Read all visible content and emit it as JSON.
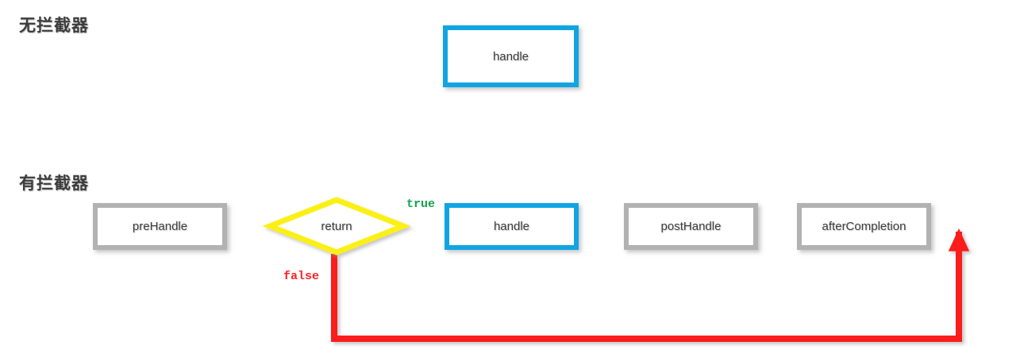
{
  "diagram": {
    "type": "flowchart",
    "colors": {
      "green_arrow": "#11a34c",
      "red_arrow": "#fb1c1c",
      "yellow_decision": "#fbf018",
      "blue_border": "#10a5e2",
      "gray_border": "#b2b2b2",
      "text": "#3c3c3c",
      "background": "#ffffff"
    },
    "sections": [
      {
        "id": "no-interceptor",
        "title": "无拦截器",
        "nodes": [
          {
            "id": "handle-top",
            "label": "handle",
            "shape": "rect",
            "border": "blue"
          }
        ],
        "edges": [
          {
            "from": "start",
            "to": "handle-top",
            "color": "green",
            "label": ""
          },
          {
            "from": "handle-top",
            "to": "end",
            "color": "green",
            "label": ""
          }
        ]
      },
      {
        "id": "with-interceptor",
        "title": "有拦截器",
        "nodes": [
          {
            "id": "preHandle",
            "label": "preHandle",
            "shape": "rect",
            "border": "gray"
          },
          {
            "id": "return",
            "label": "return",
            "shape": "diamond",
            "border": "yellow"
          },
          {
            "id": "handle-bottom",
            "label": "handle",
            "shape": "rect",
            "border": "blue"
          },
          {
            "id": "postHandle",
            "label": "postHandle",
            "shape": "rect",
            "border": "gray"
          },
          {
            "id": "afterCompletion",
            "label": "afterCompletion",
            "shape": "rect",
            "border": "gray"
          }
        ],
        "edges": [
          {
            "from": "start",
            "to": "preHandle",
            "color": "green",
            "label": ""
          },
          {
            "from": "preHandle",
            "to": "return",
            "color": "green",
            "label": ""
          },
          {
            "from": "return",
            "to": "handle-bottom",
            "color": "green",
            "label": "true"
          },
          {
            "from": "handle-bottom",
            "to": "postHandle",
            "color": "green",
            "label": ""
          },
          {
            "from": "postHandle",
            "to": "afterCompletion",
            "color": "green",
            "label": ""
          },
          {
            "from": "afterCompletion",
            "to": "end",
            "color": "green",
            "label": ""
          },
          {
            "from": "return",
            "to": "end",
            "color": "red",
            "label": "false",
            "routing": "down-right-up"
          }
        ]
      }
    ],
    "edge_labels": {
      "true": "true",
      "false": "false"
    }
  }
}
